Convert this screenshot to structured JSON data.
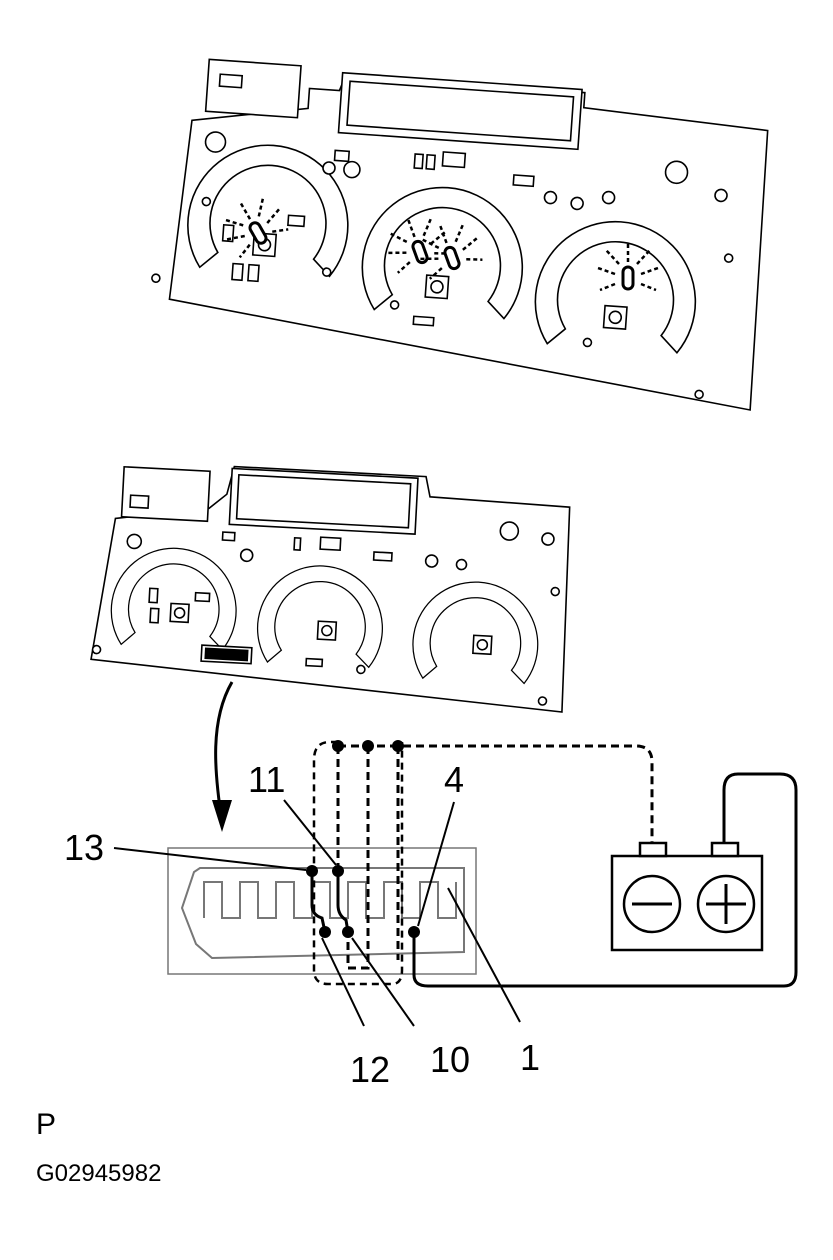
{
  "pin_labels": {
    "p13": "13",
    "p11": "11",
    "p4": "4",
    "p12": "12",
    "p10": "10",
    "p1": "1"
  },
  "battery": {
    "negative_icon": "minus-icon",
    "positive_icon": "plus-icon"
  },
  "caption": {
    "letter": "P",
    "figure_id": "G02945982"
  }
}
